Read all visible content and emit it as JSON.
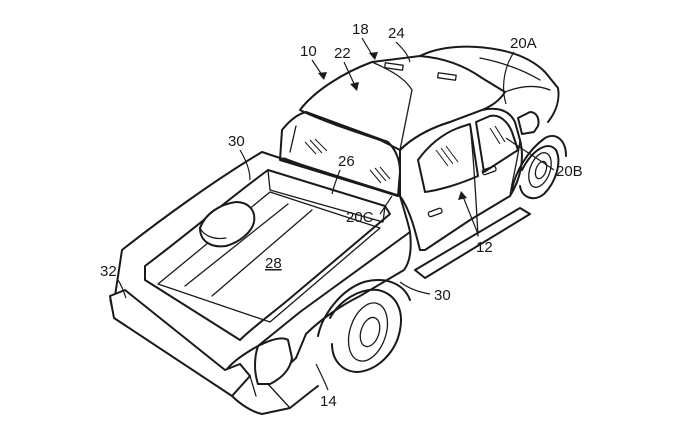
{
  "labels": {
    "ref_10": "10",
    "ref_18": "18",
    "ref_24": "24",
    "ref_20a": "20A",
    "ref_22": "22",
    "ref_30_top": "30",
    "ref_26": "26",
    "ref_20b": "20B",
    "ref_20c": "20C",
    "ref_12": "12",
    "ref_28": "28",
    "ref_32": "32",
    "ref_30_bottom": "30",
    "ref_14": "14"
  }
}
